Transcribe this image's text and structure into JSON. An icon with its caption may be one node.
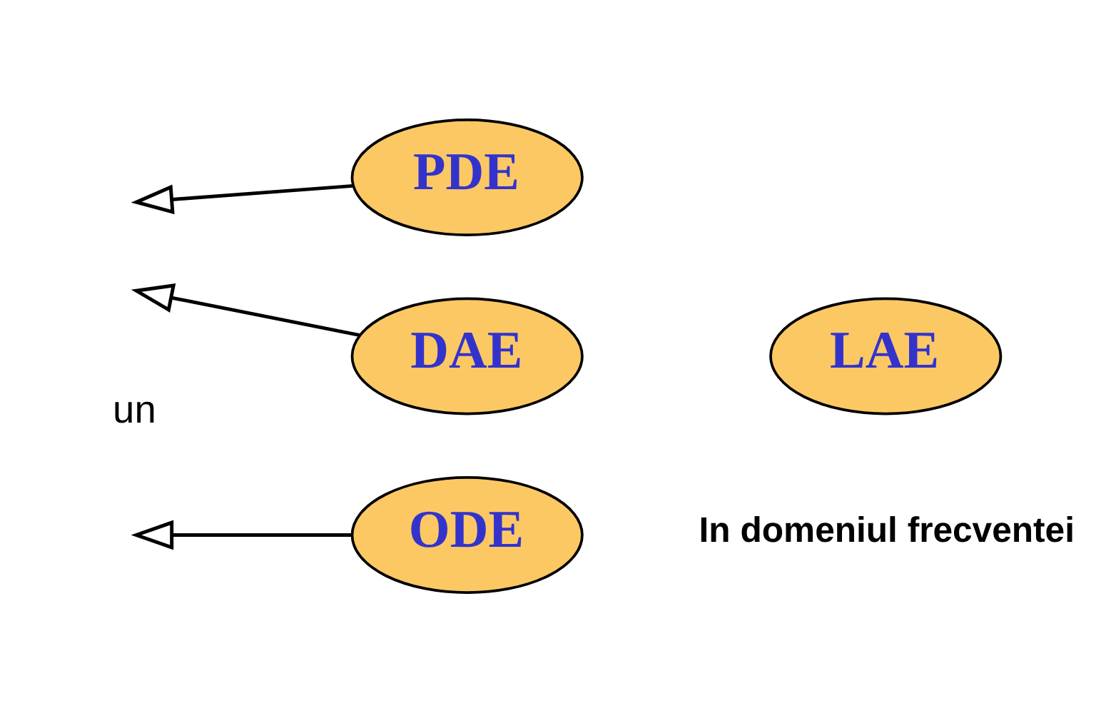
{
  "diagram": {
    "nodes": [
      {
        "text": [
          "PDE"
        ]
      },
      {
        "text": [
          "DAE"
        ]
      },
      {
        "text": [
          "ODE"
        ]
      },
      {
        "text": [
          "LAE"
        ],
        "beside": [
          "In domeniul frecventei"
        ]
      }
    ],
    "edges": [
      {
        "from": 0,
        "to": null,
        "arrow": "to"
      },
      {
        "from": 1,
        "to": null,
        "arrow": "to"
      },
      {
        "from": 2,
        "to": null,
        "arrow": "to"
      }
    ],
    "labels": [
      "un"
    ]
  }
}
